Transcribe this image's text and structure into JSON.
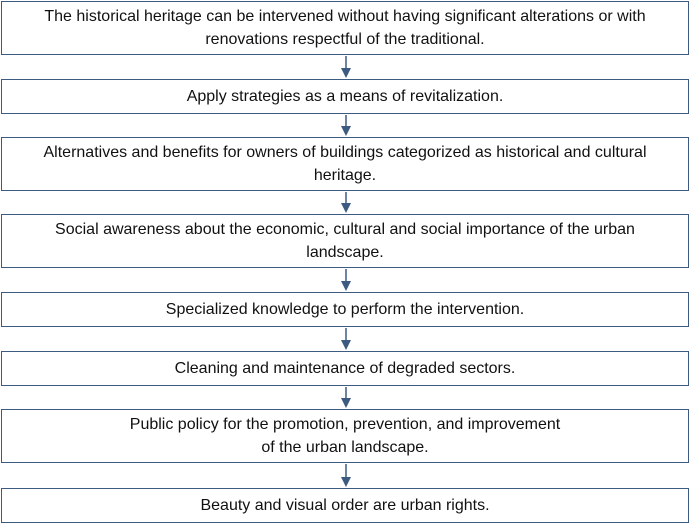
{
  "colors": {
    "border": "#3d5a80",
    "arrow": "#3d5a80",
    "text": "#111111"
  },
  "steps": [
    {
      "lines": [
        "The historical heritage can be intervened without having significant alterations or with",
        "renovations respectful of the traditional."
      ]
    },
    {
      "lines": [
        "Apply strategies as a means of revitalization."
      ]
    },
    {
      "lines": [
        "Alternatives and benefits for owners of buildings categorized as historical and cultural",
        "heritage."
      ]
    },
    {
      "lines": [
        "Social awareness about the economic, cultural and social importance of the urban",
        "landscape."
      ]
    },
    {
      "lines": [
        "Specialized knowledge to perform the intervention."
      ]
    },
    {
      "lines": [
        "Cleaning and maintenance of degraded sectors."
      ]
    },
    {
      "lines": [
        "Public policy for the promotion, prevention, and improvement",
        "of the urban landscape."
      ]
    },
    {
      "lines": [
        "Beauty and visual order are urban rights."
      ]
    }
  ]
}
